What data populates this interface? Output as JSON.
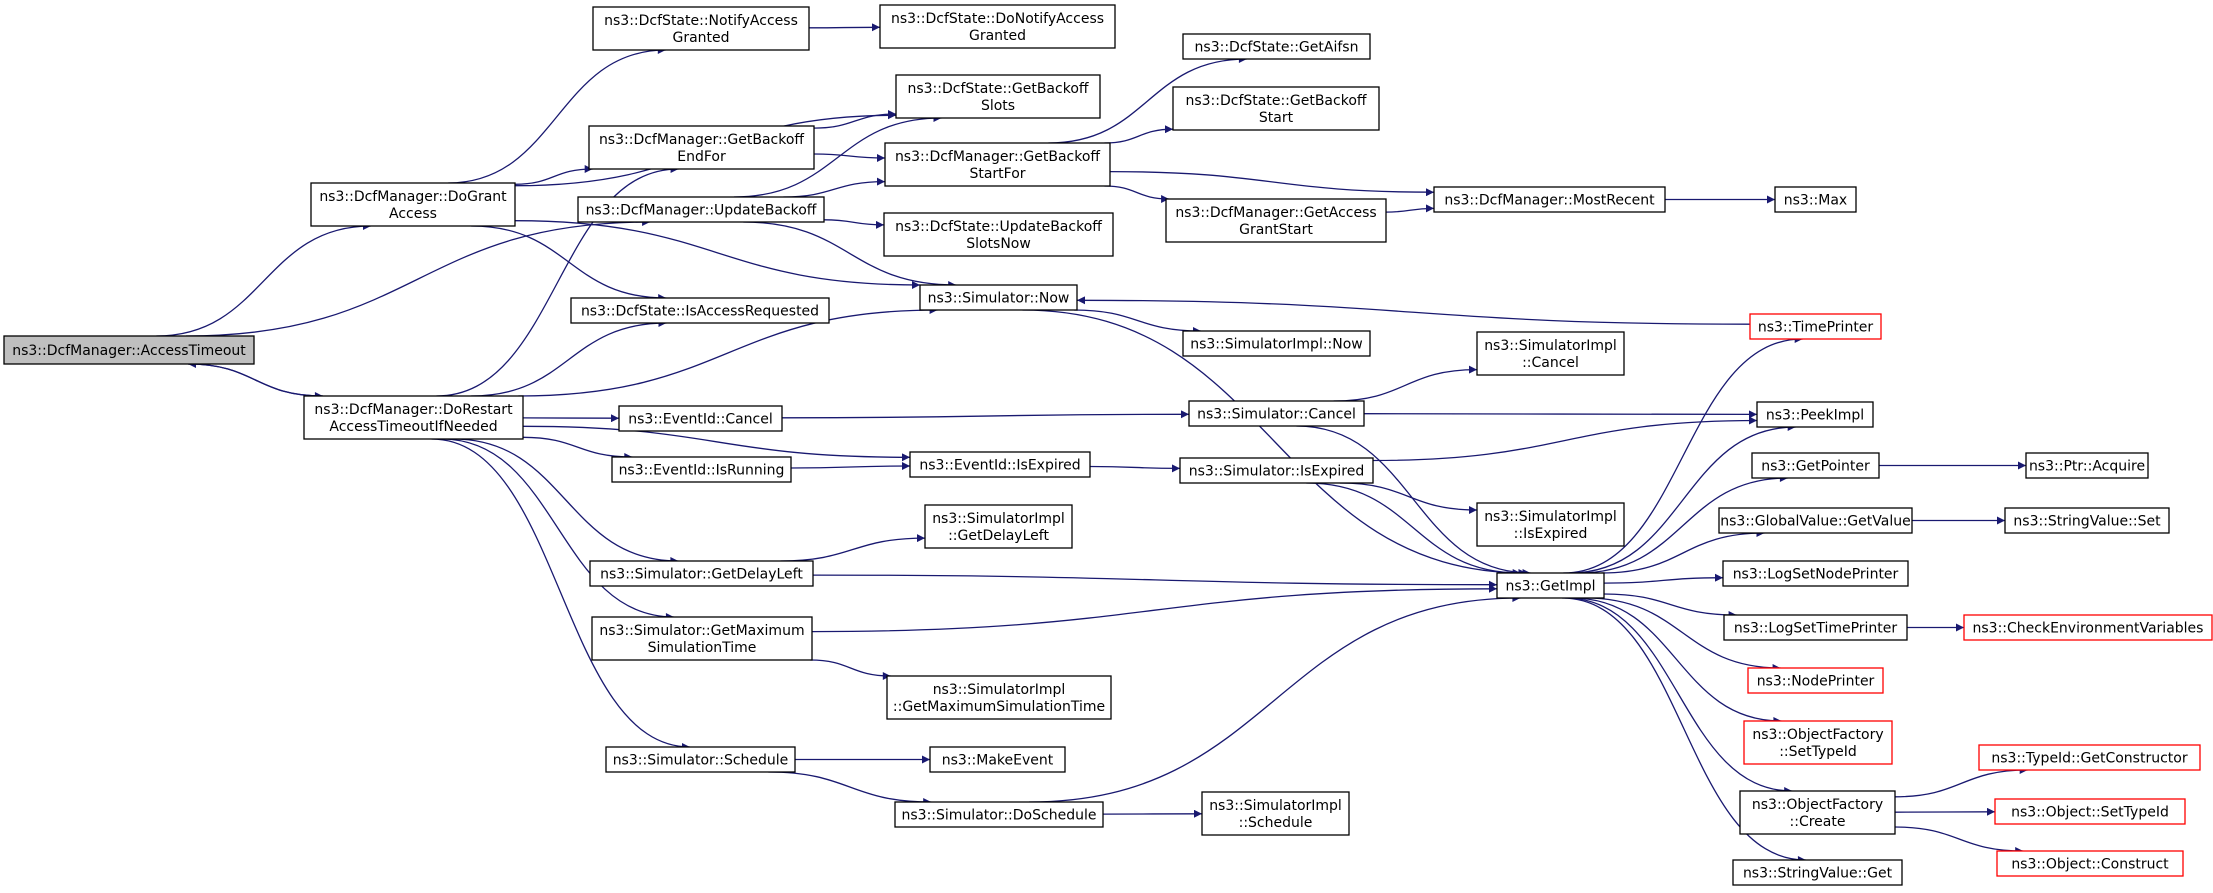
{
  "colors": {
    "edge": "#191970",
    "node_border": "#000000",
    "truncated_border": "#ff0000",
    "current_fill": "#bfbfbf"
  },
  "nodes": [
    {
      "id": "n1",
      "lines": [
        "ns3::DcfManager::AccessTimeout"
      ],
      "current": true
    },
    {
      "id": "n2",
      "lines": [
        "ns3::DcfManager::DoGrant",
        "Access"
      ]
    },
    {
      "id": "n3",
      "lines": [
        "ns3::DcfManager::DoRestart",
        "AccessTimeoutIfNeeded"
      ]
    },
    {
      "id": "n4",
      "lines": [
        "ns3::DcfState::NotifyAccess",
        "Granted"
      ]
    },
    {
      "id": "n5",
      "lines": [
        "ns3::DcfState::DoNotifyAccess",
        "Granted"
      ]
    },
    {
      "id": "n6",
      "lines": [
        "ns3::DcfState::GetBackoff",
        "Slots"
      ]
    },
    {
      "id": "n7",
      "lines": [
        "ns3::DcfManager::GetBackoff",
        "EndFor"
      ]
    },
    {
      "id": "n8",
      "lines": [
        "ns3::DcfManager::GetBackoff",
        "StartFor"
      ]
    },
    {
      "id": "n9",
      "lines": [
        "ns3::DcfManager::UpdateBackoff"
      ]
    },
    {
      "id": "n10",
      "lines": [
        "ns3::DcfState::UpdateBackoff",
        "SlotsNow"
      ]
    },
    {
      "id": "n11",
      "lines": [
        "ns3::DcfState::IsAccessRequested"
      ]
    },
    {
      "id": "n12",
      "lines": [
        "ns3::Simulator::Now"
      ]
    },
    {
      "id": "n13",
      "lines": [
        "ns3::SimulatorImpl::Now"
      ]
    },
    {
      "id": "n14",
      "lines": [
        "ns3::DcfState::GetAifsn"
      ]
    },
    {
      "id": "n15",
      "lines": [
        "ns3::DcfState::GetBackoff",
        "Start"
      ]
    },
    {
      "id": "n16",
      "lines": [
        "ns3::DcfManager::GetAccess",
        "GrantStart"
      ]
    },
    {
      "id": "n17",
      "lines": [
        "ns3::DcfManager::MostRecent"
      ]
    },
    {
      "id": "n18",
      "lines": [
        "ns3::Max"
      ]
    },
    {
      "id": "n19",
      "lines": [
        "ns3::TimePrinter"
      ],
      "truncated": true
    },
    {
      "id": "n20",
      "lines": [
        "ns3::EventId::Cancel"
      ]
    },
    {
      "id": "n21",
      "lines": [
        "ns3::Simulator::Cancel"
      ]
    },
    {
      "id": "n22",
      "lines": [
        "ns3::SimulatorImpl",
        "::Cancel"
      ]
    },
    {
      "id": "n23",
      "lines": [
        "ns3::PeekImpl"
      ]
    },
    {
      "id": "n24",
      "lines": [
        "ns3::EventId::IsRunning"
      ]
    },
    {
      "id": "n25",
      "lines": [
        "ns3::EventId::IsExpired"
      ]
    },
    {
      "id": "n26",
      "lines": [
        "ns3::Simulator::IsExpired"
      ]
    },
    {
      "id": "n27",
      "lines": [
        "ns3::SimulatorImpl",
        "::IsExpired"
      ]
    },
    {
      "id": "n28",
      "lines": [
        "ns3::GetPointer"
      ]
    },
    {
      "id": "n29",
      "lines": [
        "ns3::Ptr::Acquire"
      ]
    },
    {
      "id": "n30",
      "lines": [
        "ns3::SimulatorImpl",
        "::GetDelayLeft"
      ]
    },
    {
      "id": "n31",
      "lines": [
        "ns3::Simulator::GetDelayLeft"
      ]
    },
    {
      "id": "n32",
      "lines": [
        "ns3::GetImpl"
      ]
    },
    {
      "id": "n33",
      "lines": [
        "ns3::GlobalValue::GetValue"
      ]
    },
    {
      "id": "n34",
      "lines": [
        "ns3::StringValue::Set"
      ]
    },
    {
      "id": "n35",
      "lines": [
        "ns3::LogSetNodePrinter"
      ]
    },
    {
      "id": "n36",
      "lines": [
        "ns3::Simulator::GetMaximum",
        "SimulationTime"
      ]
    },
    {
      "id": "n37",
      "lines": [
        "ns3::LogSetTimePrinter"
      ]
    },
    {
      "id": "n38",
      "lines": [
        "ns3::CheckEnvironmentVariables"
      ],
      "truncated": true
    },
    {
      "id": "n39",
      "lines": [
        "ns3::SimulatorImpl",
        "::GetMaximumSimulationTime"
      ]
    },
    {
      "id": "n40",
      "lines": [
        "ns3::NodePrinter"
      ],
      "truncated": true
    },
    {
      "id": "n41",
      "lines": [
        "ns3::ObjectFactory",
        "::SetTypeId"
      ],
      "truncated": true
    },
    {
      "id": "n42",
      "lines": [
        "ns3::Simulator::Schedule"
      ]
    },
    {
      "id": "n43",
      "lines": [
        "ns3::MakeEvent"
      ]
    },
    {
      "id": "n44",
      "lines": [
        "ns3::TypeId::GetConstructor"
      ],
      "truncated": true
    },
    {
      "id": "n45",
      "lines": [
        "ns3::ObjectFactory",
        "::Create"
      ]
    },
    {
      "id": "n46",
      "lines": [
        "ns3::Simulator::DoSchedule"
      ]
    },
    {
      "id": "n47",
      "lines": [
        "ns3::SimulatorImpl",
        "::Schedule"
      ]
    },
    {
      "id": "n48",
      "lines": [
        "ns3::Object::SetTypeId"
      ],
      "truncated": true
    },
    {
      "id": "n49",
      "lines": [
        "ns3::Object::Construct"
      ],
      "truncated": true
    },
    {
      "id": "n50",
      "lines": [
        "ns3::StringValue::Get"
      ]
    }
  ],
  "edges": [
    [
      "n1",
      "n2"
    ],
    [
      "n1",
      "n9"
    ],
    [
      "n1",
      "n3"
    ],
    [
      "n2",
      "n4"
    ],
    [
      "n2",
      "n6"
    ],
    [
      "n2",
      "n7"
    ],
    [
      "n2",
      "n11"
    ],
    [
      "n2",
      "n12"
    ],
    [
      "n3",
      "n1"
    ],
    [
      "n3",
      "n7"
    ],
    [
      "n3",
      "n11"
    ],
    [
      "n3",
      "n12"
    ],
    [
      "n3",
      "n20"
    ],
    [
      "n3",
      "n24"
    ],
    [
      "n3",
      "n25"
    ],
    [
      "n3",
      "n31"
    ],
    [
      "n3",
      "n36"
    ],
    [
      "n3",
      "n42"
    ],
    [
      "n4",
      "n5"
    ],
    [
      "n7",
      "n6"
    ],
    [
      "n7",
      "n8"
    ],
    [
      "n8",
      "n14"
    ],
    [
      "n8",
      "n15"
    ],
    [
      "n8",
      "n16"
    ],
    [
      "n8",
      "n17"
    ],
    [
      "n9",
      "n6"
    ],
    [
      "n9",
      "n8"
    ],
    [
      "n9",
      "n10"
    ],
    [
      "n9",
      "n12"
    ],
    [
      "n12",
      "n13"
    ],
    [
      "n12",
      "n32"
    ],
    [
      "n16",
      "n17"
    ],
    [
      "n17",
      "n18"
    ],
    [
      "n19",
      "n12"
    ],
    [
      "n20",
      "n21"
    ],
    [
      "n21",
      "n22"
    ],
    [
      "n21",
      "n23"
    ],
    [
      "n21",
      "n32"
    ],
    [
      "n24",
      "n25"
    ],
    [
      "n25",
      "n26"
    ],
    [
      "n26",
      "n27"
    ],
    [
      "n26",
      "n23"
    ],
    [
      "n26",
      "n32"
    ],
    [
      "n31",
      "n30"
    ],
    [
      "n31",
      "n32"
    ],
    [
      "n36",
      "n32"
    ],
    [
      "n36",
      "n39"
    ],
    [
      "n42",
      "n43"
    ],
    [
      "n42",
      "n46"
    ],
    [
      "n46",
      "n47"
    ],
    [
      "n46",
      "n32"
    ],
    [
      "n32",
      "n19"
    ],
    [
      "n32",
      "n23"
    ],
    [
      "n32",
      "n28"
    ],
    [
      "n32",
      "n33"
    ],
    [
      "n32",
      "n35"
    ],
    [
      "n32",
      "n37"
    ],
    [
      "n32",
      "n40"
    ],
    [
      "n32",
      "n41"
    ],
    [
      "n32",
      "n45"
    ],
    [
      "n32",
      "n50"
    ],
    [
      "n28",
      "n29"
    ],
    [
      "n33",
      "n34"
    ],
    [
      "n37",
      "n38"
    ],
    [
      "n45",
      "n44"
    ],
    [
      "n45",
      "n48"
    ],
    [
      "n45",
      "n49"
    ]
  ]
}
